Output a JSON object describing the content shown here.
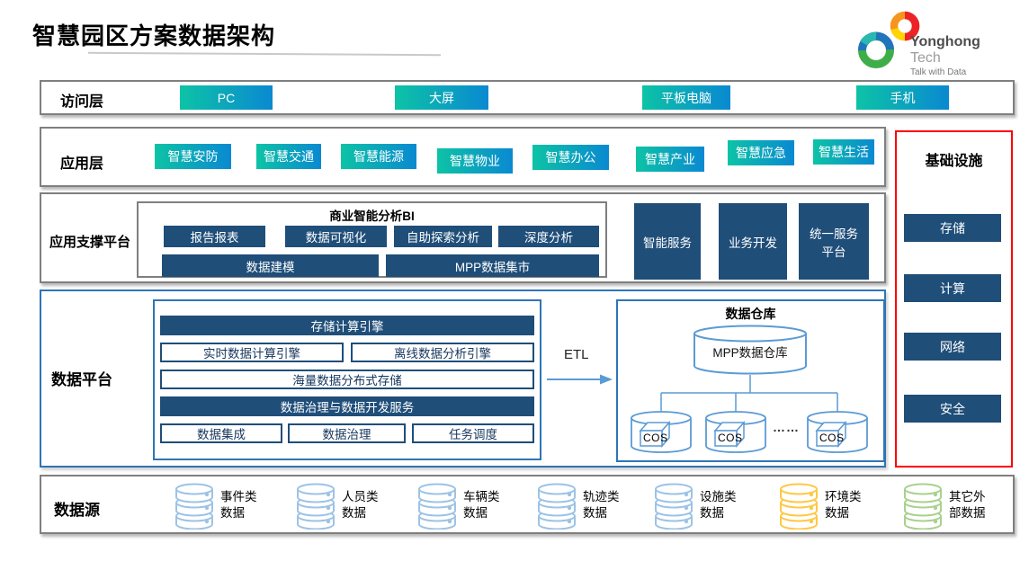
{
  "page": {
    "title": "智慧园区方案数据架构"
  },
  "logo": {
    "name": "Yonghong",
    "name2": "Tech",
    "tagline": "Talk with Data"
  },
  "access_layer": {
    "label": "访问层",
    "items": [
      "PC",
      "大屏",
      "平板电脑",
      "手机"
    ]
  },
  "app_layer": {
    "label": "应用层",
    "items": [
      "智慧安防",
      "智慧交通",
      "智慧能源",
      "智慧物业",
      "智慧办公",
      "智慧产业",
      "智慧应急",
      "智慧生活"
    ]
  },
  "support_layer": {
    "label": "应用支撑平台",
    "bi": {
      "title": "商业智能分析BI",
      "row1": [
        "报告报表",
        "数据可视化",
        "自助探索分析",
        "深度分析"
      ],
      "row2": [
        "数据建模",
        "MPP数据集市"
      ]
    },
    "services": [
      "智能服务",
      "业务开发",
      "统一服务平台"
    ]
  },
  "data_platform": {
    "label": "数据平台",
    "engine": {
      "bar1": "存储计算引擎",
      "row1": [
        "实时数据计算引擎",
        "离线数据分析引擎"
      ],
      "bar2": "海量数据分布式存储",
      "bar3": "数据治理与数据开发服务",
      "row2": [
        "数据集成",
        "数据治理",
        "任务调度"
      ]
    },
    "etl": "ETL",
    "warehouse": {
      "title": "数据仓库",
      "mpp": "MPP数据仓库",
      "cos": [
        "COS",
        "COS",
        "COS"
      ],
      "ellipsis": "……"
    }
  },
  "infrastructure": {
    "label": "基础设施",
    "items": [
      "存储",
      "计算",
      "网络",
      "安全"
    ]
  },
  "datasources": {
    "label": "数据源",
    "items": [
      {
        "line1": "事件类",
        "line2": "数据",
        "color": "#9DC3E6"
      },
      {
        "line1": "人员类",
        "line2": "数据",
        "color": "#9DC3E6"
      },
      {
        "line1": "车辆类",
        "line2": "数据",
        "color": "#9DC3E6"
      },
      {
        "line1": "轨迹类",
        "line2": "数据",
        "color": "#9DC3E6"
      },
      {
        "line1": "设施类",
        "line2": "数据",
        "color": "#9DC3E6"
      },
      {
        "line1": "环境类",
        "line2": "数据",
        "color": "#FFC845"
      },
      {
        "line1": "其它外",
        "line2": "部数据",
        "color": "#A9D18E"
      }
    ]
  },
  "theme": {
    "gradient_start": "#0DC3A6",
    "gradient_end": "#0A89D1",
    "navy": "#1F4E79",
    "blue_border": "#2E75B6",
    "light_blue": "#5B9BD5",
    "gray_border": "#7F7F7F",
    "red_border": "#FF0000",
    "icon_blue": "#9DC3E6",
    "icon_yellow": "#FFC845",
    "icon_green": "#A9D18E"
  }
}
